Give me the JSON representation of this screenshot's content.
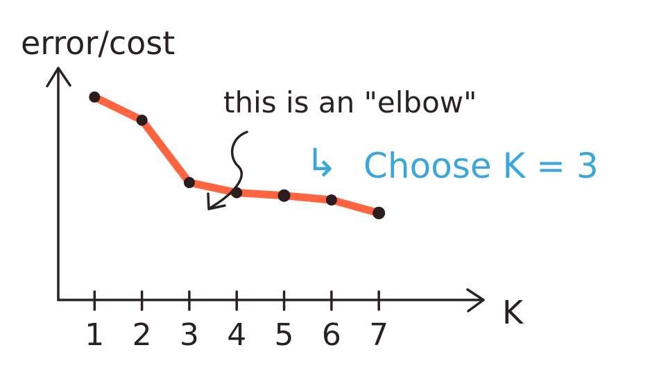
{
  "chart_data": {
    "type": "line",
    "x": [
      1,
      2,
      3,
      4,
      5,
      6,
      7
    ],
    "series": [
      {
        "values": [
          100,
          84,
          41,
          34,
          32,
          29,
          20
        ]
      }
    ],
    "ylabel": "error/cost",
    "xlabel": "K",
    "xlim": [
      0,
      9
    ],
    "ylim": [
      -40,
      120
    ],
    "grid": false,
    "legend": "none",
    "annotations": {
      "elbow_text": "this is an \"elbow\"",
      "choice_text": "Choose K = 3",
      "choice_symbol": "↳",
      "elbow_k": 3
    },
    "colors": {
      "line": "#ff6441",
      "points": "#2b1d1d",
      "axes": "#2a2222",
      "choice": "#3aa6da"
    }
  }
}
